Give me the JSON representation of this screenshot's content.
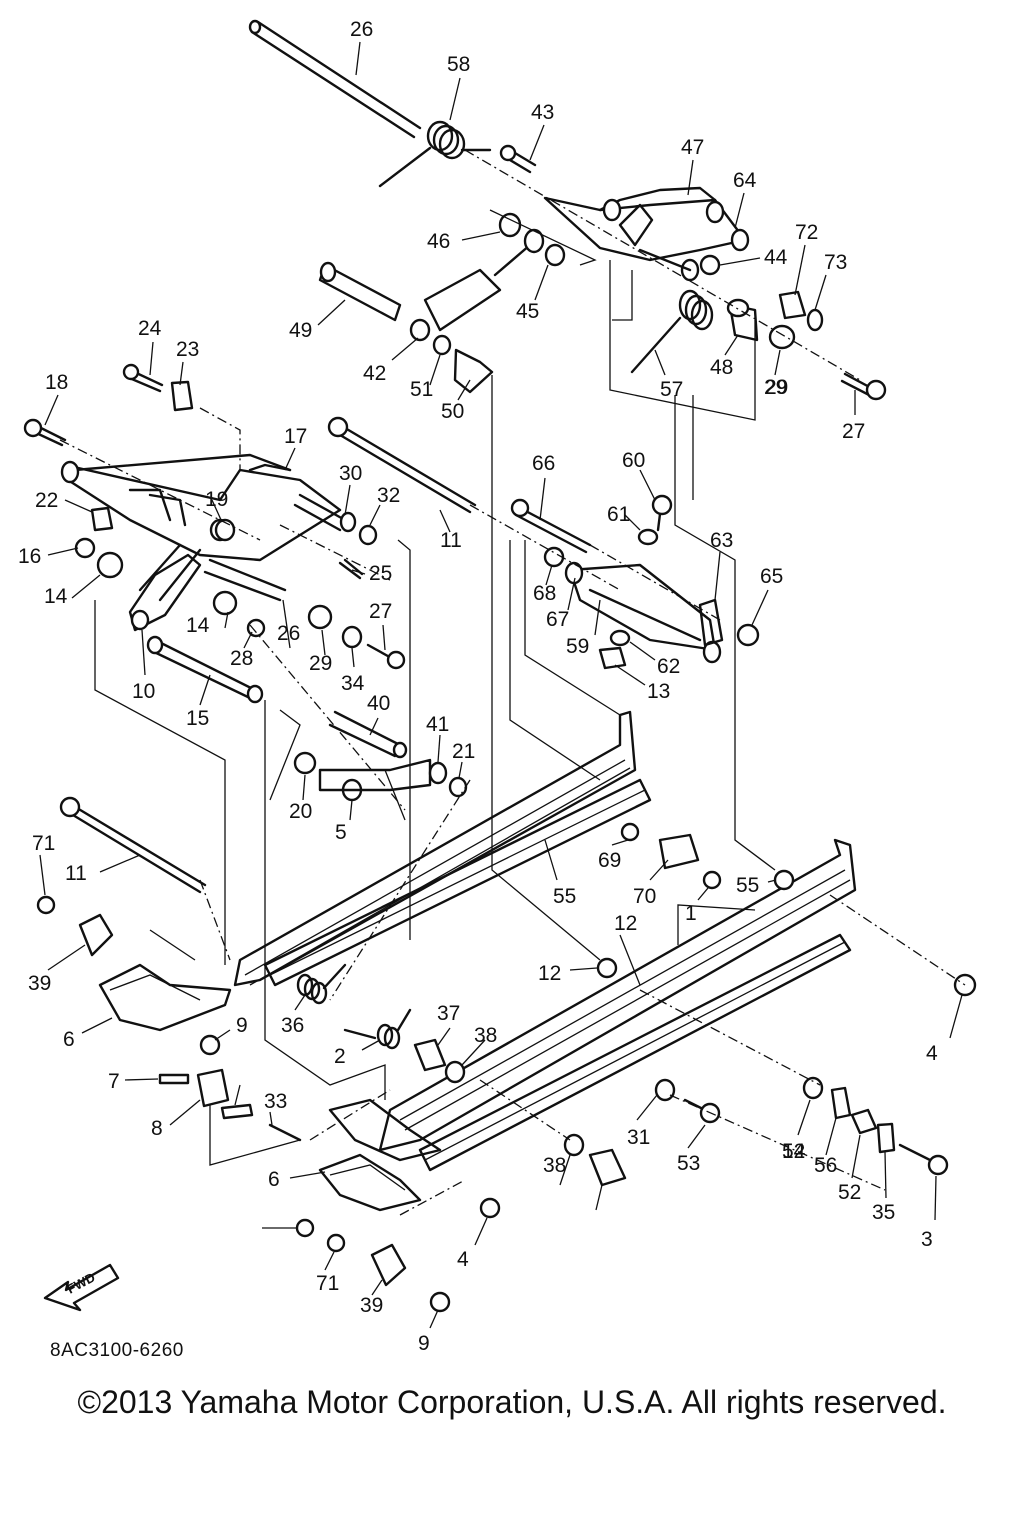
{
  "diagram": {
    "reference_code": "8AC3100-6260",
    "copyright": "©2013 Yamaha Motor Corporation, U.S.A. All rights reserved.",
    "direction_label": "FWD",
    "callouts": [
      "26",
      "58",
      "43",
      "47",
      "64",
      "72",
      "73",
      "44",
      "46",
      "45",
      "49",
      "42",
      "51",
      "50",
      "48",
      "29",
      "57",
      "27",
      "24",
      "23",
      "18",
      "17",
      "30",
      "32",
      "22",
      "19",
      "16",
      "14",
      "25",
      "11",
      "66",
      "60",
      "61",
      "63",
      "65",
      "68",
      "67",
      "59",
      "62",
      "13",
      "10",
      "15",
      "28",
      "34",
      "40",
      "41",
      "21",
      "20",
      "5",
      "71",
      "69",
      "70",
      "1",
      "55",
      "12",
      "4",
      "39",
      "36",
      "37",
      "38",
      "2",
      "6",
      "9",
      "7",
      "8",
      "33",
      "31",
      "53",
      "54",
      "56",
      "52",
      "35",
      "3"
    ]
  }
}
